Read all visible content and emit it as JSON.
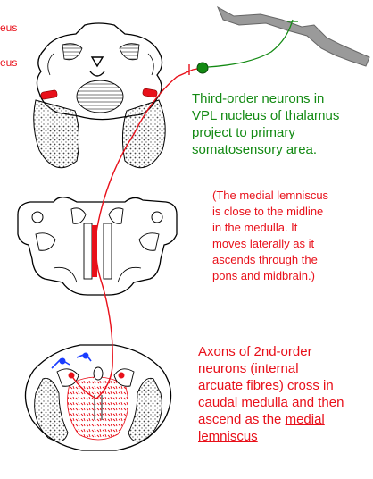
{
  "labels": {
    "cut_top_1": "eus",
    "cut_top_2": "eus"
  },
  "annotations": {
    "third_order": [
      "Third-order neurons in",
      "VPL nucleus of thalamus",
      "project to primary",
      "somatosensory area."
    ],
    "medial_lemniscus_note": [
      "(The medial lemniscus",
      "is close to the midline",
      "in the medulla. It",
      "moves laterally as it",
      "ascends through the",
      "pons and midbrain.)"
    ],
    "second_order": {
      "lines": [
        "Axons of 2nd-order",
        "neurons (internal",
        "arcuate fibres) cross in",
        "caudal medulla and then"
      ],
      "last_prefix": "ascend as the ",
      "underlined_1": "medial",
      "underlined_2": "lemniscus"
    }
  },
  "colors": {
    "pathway_red": "#e8101a",
    "thalamic_green": "#138a13",
    "cortex_gray": "#8a8a8a",
    "neuron_blue": "#1a3cff",
    "outline": "#000000"
  }
}
